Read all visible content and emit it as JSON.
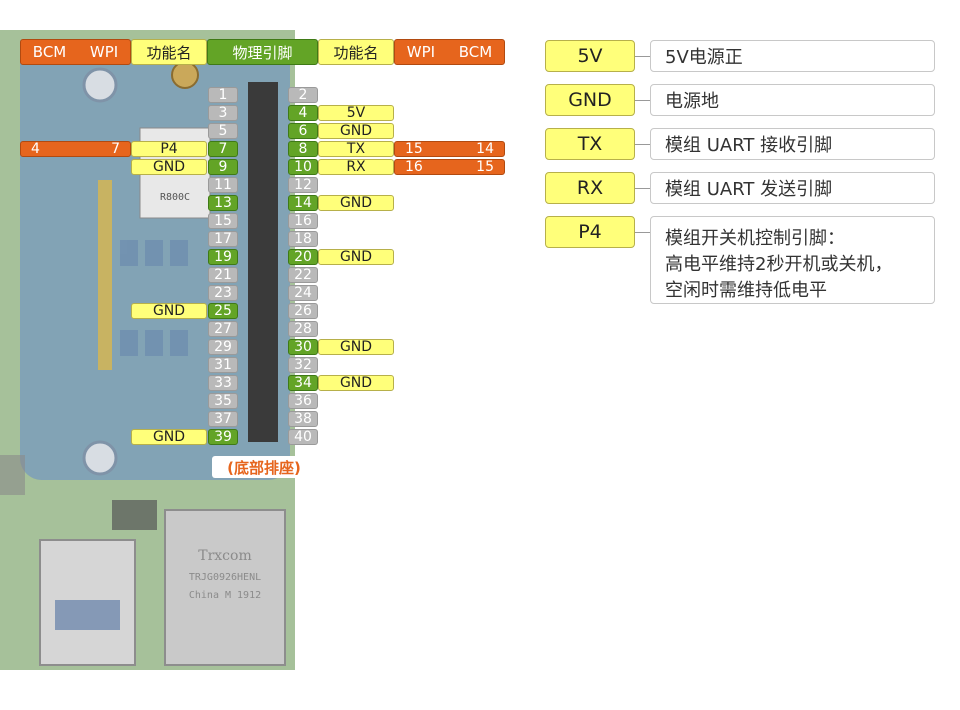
{
  "header": {
    "left_bcm": "BCM",
    "left_wpi": "WPI",
    "left_func": "功能名",
    "physical": "物理引脚",
    "right_func": "功能名",
    "right_wpi": "WPI",
    "right_bcm": "BCM"
  },
  "pins_left": [
    {
      "num": "1",
      "style": "lt"
    },
    {
      "num": "3",
      "style": "lt"
    },
    {
      "num": "5",
      "style": "lt"
    },
    {
      "num": "7",
      "style": "green",
      "func": "P4",
      "wpi": "7",
      "bcm": "4"
    },
    {
      "num": "9",
      "style": "green",
      "func": "GND"
    },
    {
      "num": "11",
      "style": "lt"
    },
    {
      "num": "13",
      "style": "green"
    },
    {
      "num": "15",
      "style": "lt"
    },
    {
      "num": "17",
      "style": "lt"
    },
    {
      "num": "19",
      "style": "green"
    },
    {
      "num": "21",
      "style": "lt"
    },
    {
      "num": "23",
      "style": "lt"
    },
    {
      "num": "25",
      "style": "green",
      "func": "GND"
    },
    {
      "num": "27",
      "style": "lt"
    },
    {
      "num": "29",
      "style": "lt"
    },
    {
      "num": "31",
      "style": "lt"
    },
    {
      "num": "33",
      "style": "lt"
    },
    {
      "num": "35",
      "style": "lt"
    },
    {
      "num": "37",
      "style": "lt"
    },
    {
      "num": "39",
      "style": "green",
      "func": "GND"
    }
  ],
  "pins_right": [
    {
      "num": "2",
      "style": "lt"
    },
    {
      "num": "4",
      "style": "green",
      "func": "5V"
    },
    {
      "num": "6",
      "style": "green",
      "func": "GND"
    },
    {
      "num": "8",
      "style": "green",
      "func": "TX",
      "wpi": "15",
      "bcm": "14"
    },
    {
      "num": "10",
      "style": "green",
      "func": "RX",
      "wpi": "16",
      "bcm": "15"
    },
    {
      "num": "12",
      "style": "lt"
    },
    {
      "num": "14",
      "style": "green",
      "func": "GND"
    },
    {
      "num": "16",
      "style": "lt"
    },
    {
      "num": "18",
      "style": "lt"
    },
    {
      "num": "20",
      "style": "green",
      "func": "GND"
    },
    {
      "num": "22",
      "style": "lt"
    },
    {
      "num": "24",
      "style": "lt"
    },
    {
      "num": "26",
      "style": "lt"
    },
    {
      "num": "28",
      "style": "lt"
    },
    {
      "num": "30",
      "style": "green",
      "func": "GND"
    },
    {
      "num": "32",
      "style": "lt"
    },
    {
      "num": "34",
      "style": "green",
      "func": "GND"
    },
    {
      "num": "36",
      "style": "lt"
    },
    {
      "num": "38",
      "style": "lt"
    },
    {
      "num": "40",
      "style": "lt"
    }
  ],
  "bottom_note": "(底部排座)",
  "board_text": {
    "module": "R800C",
    "rj45_brand": "Trxcom",
    "rj45_model": "TRJG0926HENL",
    "rj45_origin": "China M 1912"
  },
  "legend": [
    {
      "key": "5V",
      "desc": "5V电源正"
    },
    {
      "key": "GND",
      "desc": "电源地"
    },
    {
      "key": "TX",
      "desc": "模组 UART 接收引脚"
    },
    {
      "key": "RX",
      "desc": "模组 UART 发送引脚"
    },
    {
      "key": "P4",
      "desc": "模组开关机控制引脚：\n高电平维持2秒开机或关机，\n空闲时需维持低电平"
    }
  ],
  "colors": {
    "physical_gray": "#b9b9b9",
    "physical_green": "#63a426",
    "function_yellow": "#ffff7a",
    "mapping_orange": "#e6651d",
    "board_blue": "#3f6f9e",
    "pcb_green": "#5f8f4a"
  }
}
